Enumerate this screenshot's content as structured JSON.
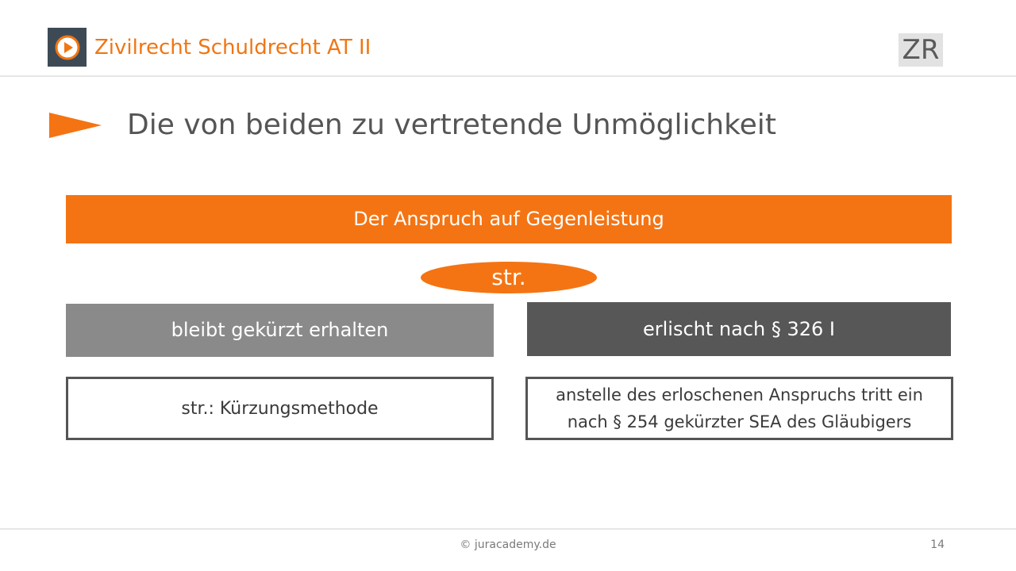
{
  "header": {
    "title": "Zivilrecht Schuldrecht AT II",
    "badge": "ZR",
    "logo_icon": "play-icon"
  },
  "slide": {
    "title": "Die von beiden zu vertretende Unmöglichkeit",
    "title_icon": "arrow-pointer-icon"
  },
  "diagram": {
    "top_bar": "Der Anspruch auf Gegenleistung",
    "pill": "str.",
    "left_box": "bleibt gekürzt erhalten",
    "right_box": "erlischt nach § 326 I",
    "left_outline": "str.: Kürzungsmethode",
    "right_outline_line1": "anstelle des erloschenen Anspruchs tritt ein",
    "right_outline_line2": "nach § 254 gekürzter SEA des Gläubigers"
  },
  "footer": {
    "copyright": "© juracademy.de",
    "page_number": "14"
  },
  "colors": {
    "accent_orange": "#f47413",
    "dark_gray": "#575757",
    "mid_gray": "#8a8a8a",
    "logo_bg": "#3d4a56"
  }
}
